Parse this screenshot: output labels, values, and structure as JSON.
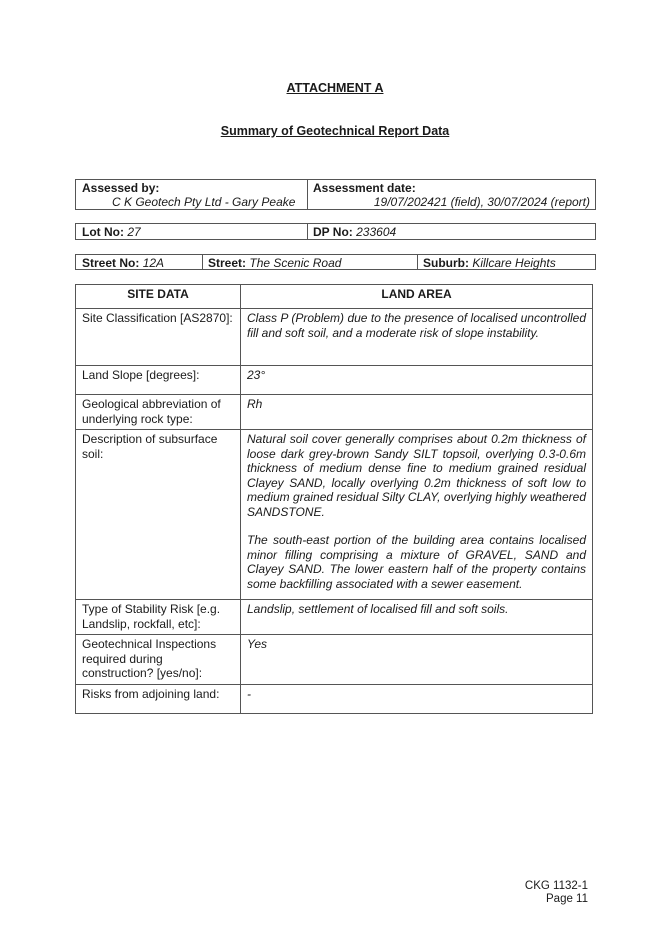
{
  "heading": "ATTACHMENT A",
  "subheading": "Summary of Geotechnical Report Data",
  "assessment": {
    "assessed_by_label": "Assessed by:",
    "assessed_by_value": "C K Geotech Pty Ltd - Gary Peake",
    "date_label": "Assessment date:",
    "date_value": "19/07/202421 (field), 30/07/2024 (report)"
  },
  "lot": {
    "lot_label": "Lot No:",
    "lot_value": "27",
    "dp_label": "DP No:",
    "dp_value": "233604"
  },
  "address": {
    "street_no_label": "Street No:",
    "street_no_value": "12A",
    "street_label": "Street:",
    "street_value": "The Scenic Road",
    "suburb_label": "Suburb:",
    "suburb_value": "Killcare Heights"
  },
  "table": {
    "col1_header": "SITE DATA",
    "col2_header": "LAND AREA",
    "rows": [
      {
        "label": "Site Classification [AS2870]:",
        "value": [
          "Class P (Problem) due to the presence of localised uncontrolled fill and soft soil, and a moderate risk of slope instability."
        ]
      },
      {
        "label": "Land Slope [degrees]:",
        "value": [
          "23°"
        ]
      },
      {
        "label": "Geological abbreviation of underlying rock type:",
        "value": [
          "Rh"
        ]
      },
      {
        "label": "Description of subsurface soil:",
        "value": [
          "Natural soil cover generally comprises about 0.2m thickness of loose dark grey-brown Sandy SILT topsoil, overlying 0.3-0.6m thickness of medium dense fine to medium grained residual Clayey SAND, locally overlying 0.2m thickness of soft low to medium grained residual Silty CLAY, overlying highly weathered SANDSTONE.",
          "The south-east portion of the building area contains localised minor filling comprising a mixture of GRAVEL, SAND and Clayey SAND.  The lower eastern half of the property contains some backfilling associated with a sewer easement."
        ]
      },
      {
        "label": "Type of Stability Risk [e.g. Landslip, rockfall, etc]:",
        "value": [
          "Landslip, settlement of localised fill and soft soils."
        ]
      },
      {
        "label": "Geotechnical Inspections required during construction? [yes/no]:",
        "value": [
          "Yes"
        ]
      },
      {
        "label": "Risks from adjoining land:",
        "value": [
          "-"
        ]
      }
    ]
  },
  "footer": {
    "doc_ref": "CKG 1132-1",
    "page": "Page 11"
  }
}
